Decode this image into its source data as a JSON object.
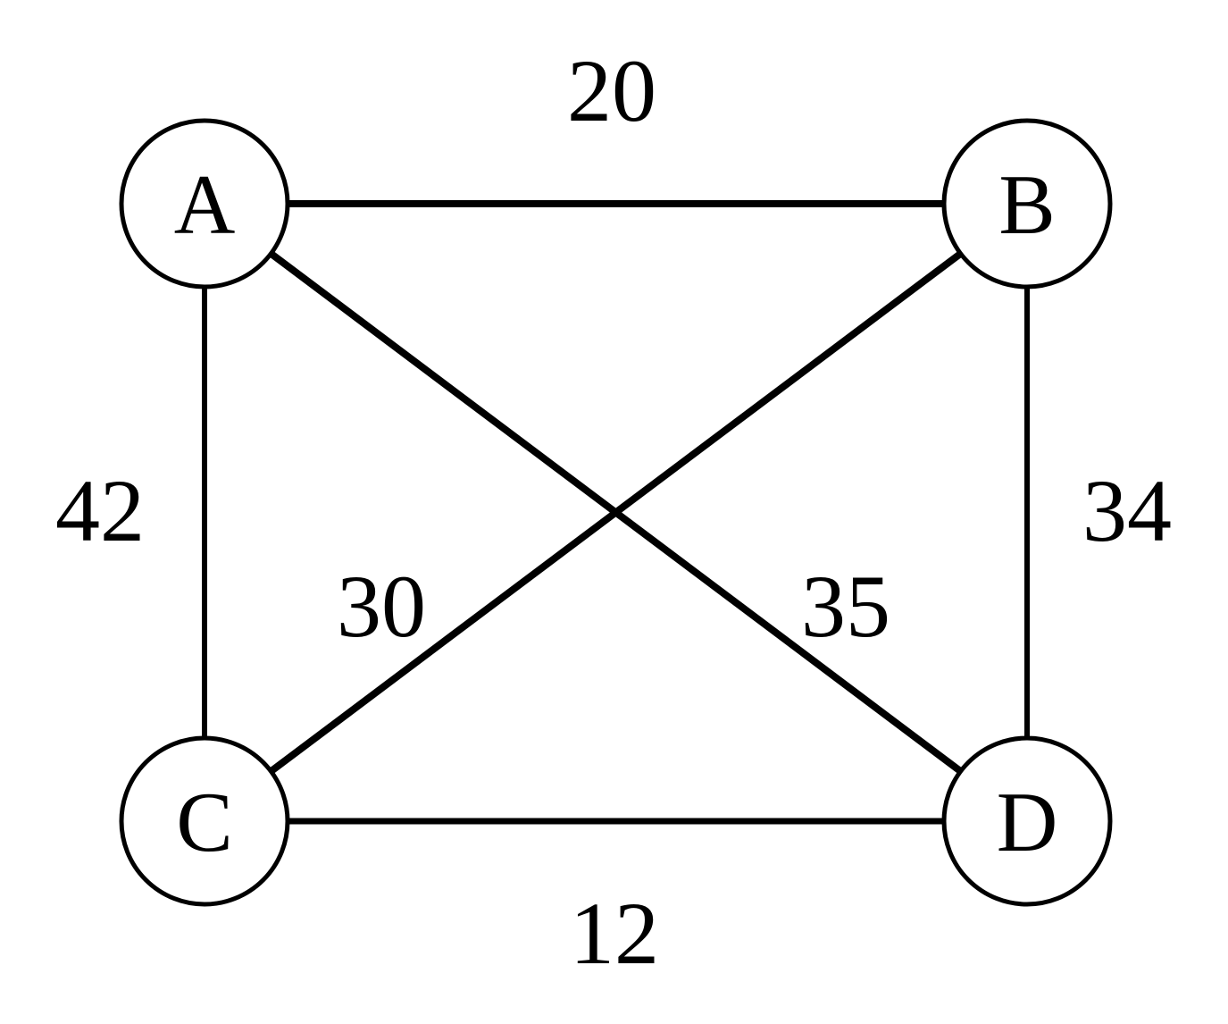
{
  "diagram": {
    "type": "weighted-undirected-graph",
    "background_color": "#ffffff",
    "stroke_color": "#000000",
    "node_fill_color": "#ffffff",
    "nodes": [
      {
        "id": "A",
        "label": "A"
      },
      {
        "id": "B",
        "label": "B"
      },
      {
        "id": "C",
        "label": "C"
      },
      {
        "id": "D",
        "label": "D"
      }
    ],
    "edges": [
      {
        "from": "A",
        "to": "B",
        "weight": "20"
      },
      {
        "from": "A",
        "to": "C",
        "weight": "42"
      },
      {
        "from": "B",
        "to": "D",
        "weight": "34"
      },
      {
        "from": "C",
        "to": "D",
        "weight": "12"
      },
      {
        "from": "B",
        "to": "C",
        "weight": "30"
      },
      {
        "from": "A",
        "to": "D",
        "weight": "35"
      }
    ]
  }
}
